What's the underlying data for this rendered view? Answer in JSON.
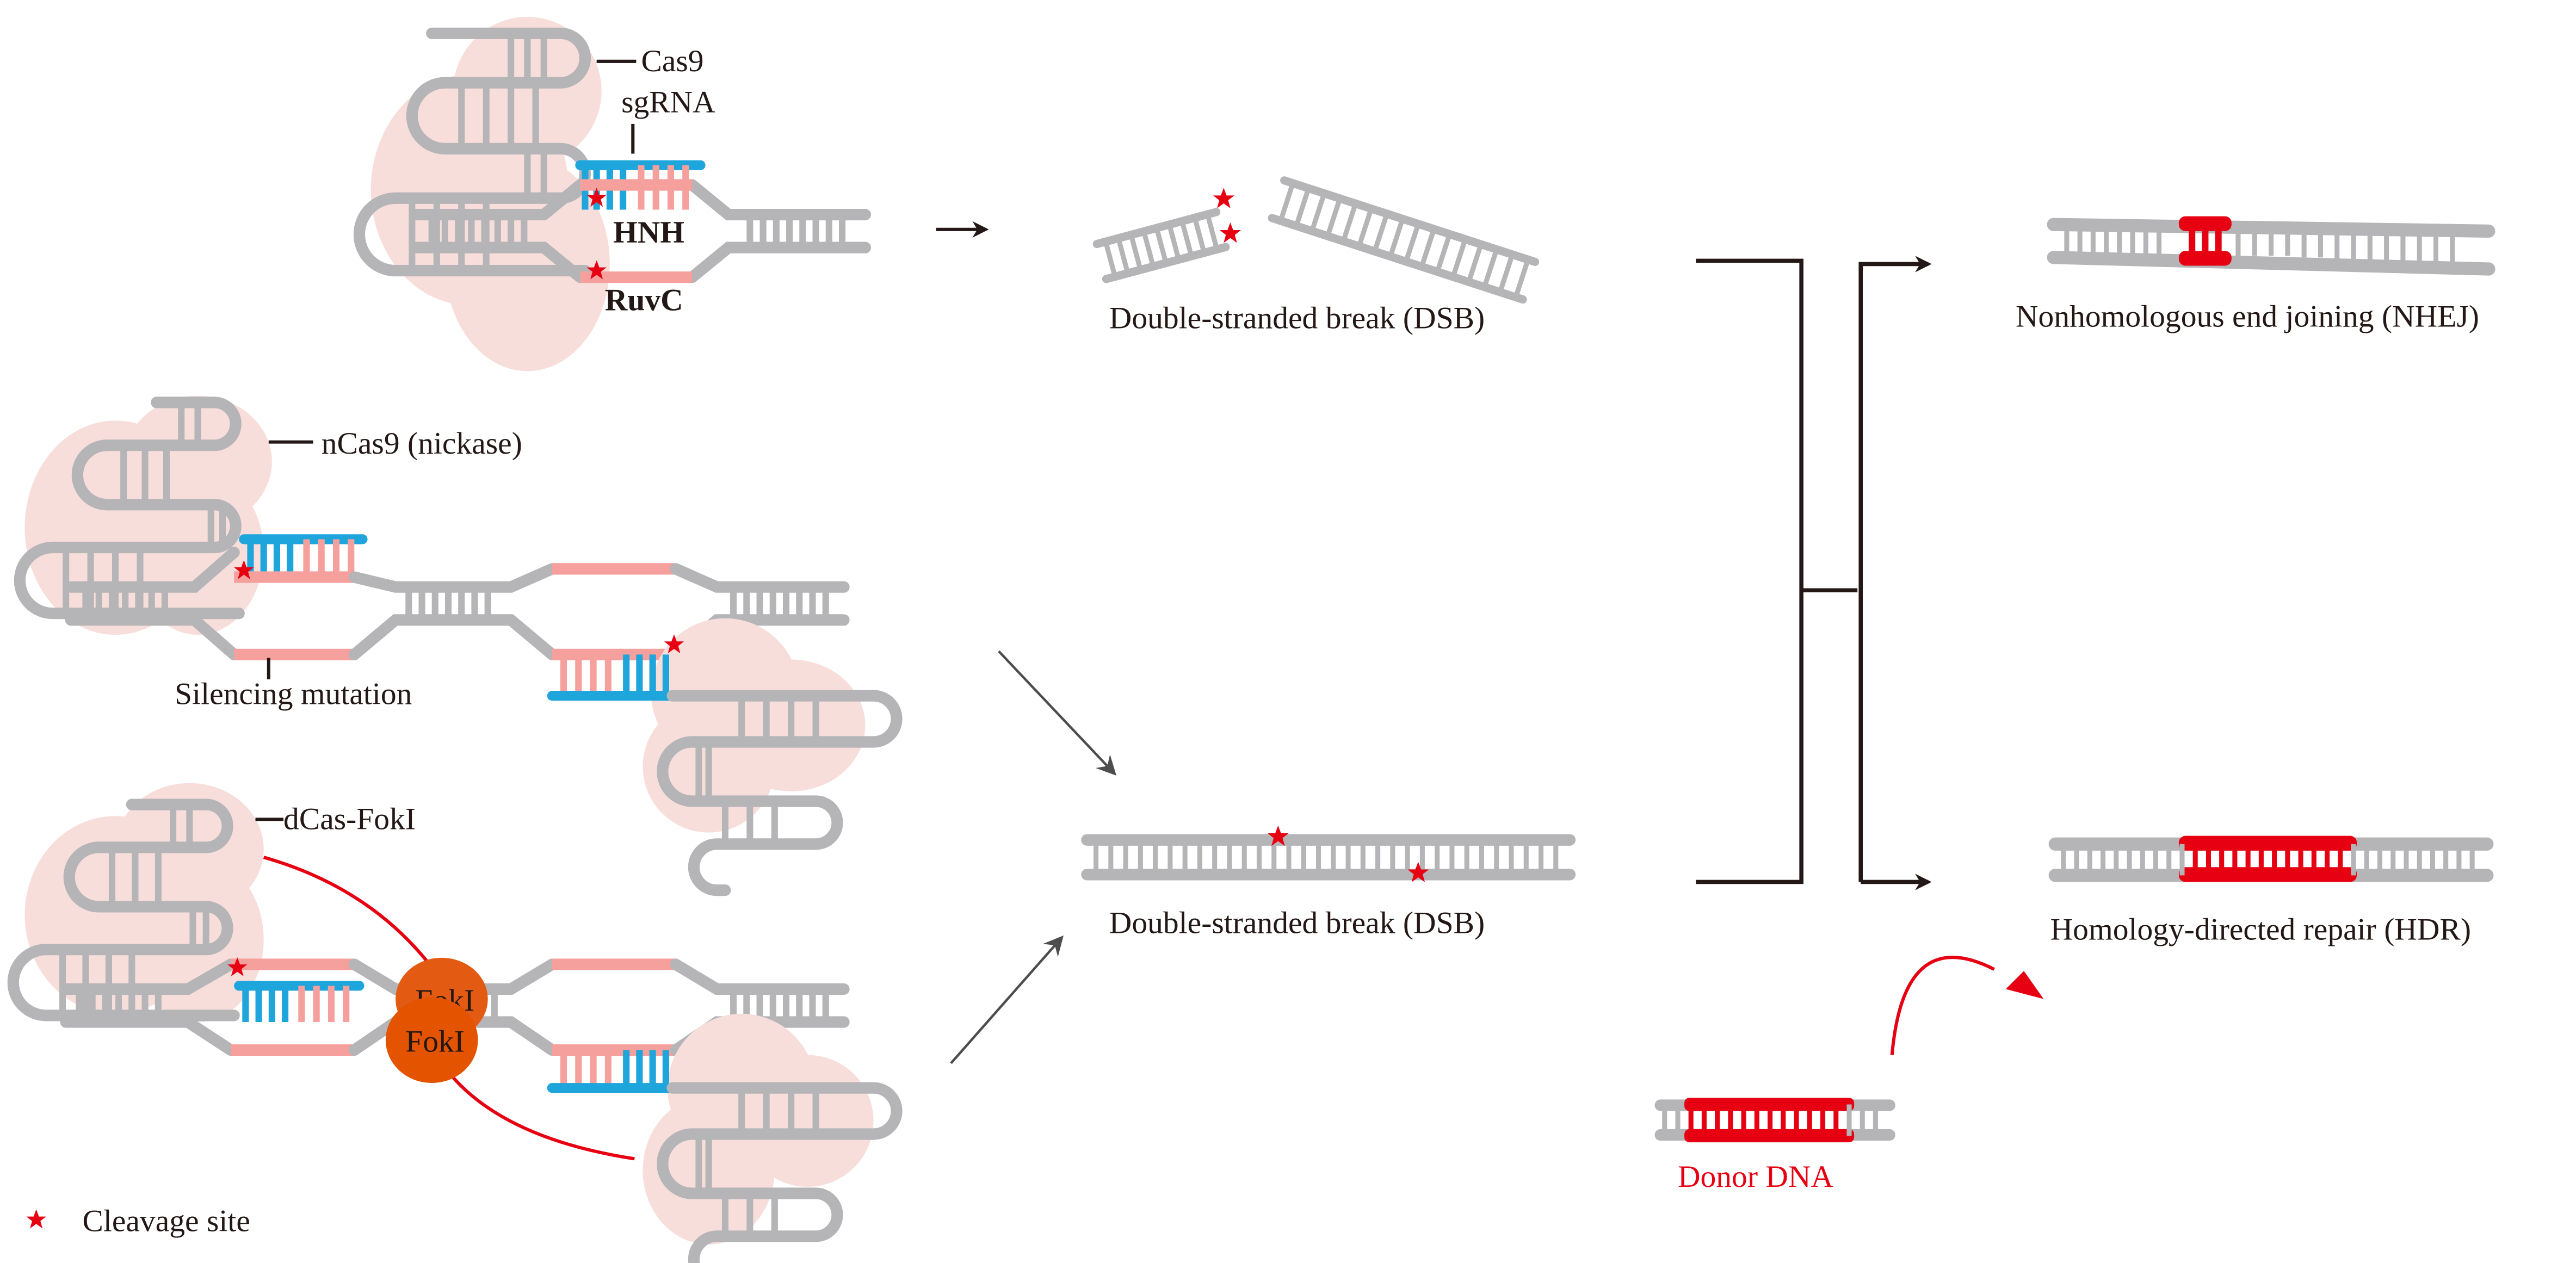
{
  "panel_a": {
    "protein_label": "Cas9",
    "guide_label": "sgRNA",
    "domain_top": "HNH",
    "domain_bottom": "RuvC"
  },
  "panel_b": {
    "protein_label": "nCas9 (nickase)",
    "mutation_label": "Silencing mutation"
  },
  "panel_c": {
    "protein_label": "dCas-FokI",
    "nuclease_top": "FokI",
    "nuclease_bottom": "FokI"
  },
  "outcomes": {
    "dsb_top_label": "Double-stranded break (DSB)",
    "dsb_bottom_label": "Double-stranded break (DSB)",
    "nhej_label": "Nonhomologous end joining (NHEJ)",
    "hdr_label": "Homology-directed repair (HDR)",
    "donor_label": "Donor DNA"
  },
  "legend": {
    "cleavage_label": "Cleavage site"
  },
  "colors": {
    "strand_gray": "#b5b5b8",
    "guide_blue": "#1ea5dc",
    "target_pink": "#f5a09c",
    "cleavage_red": "#e60012",
    "foki_orange": "#e35a12",
    "protein_blob": "#f8dedb"
  }
}
